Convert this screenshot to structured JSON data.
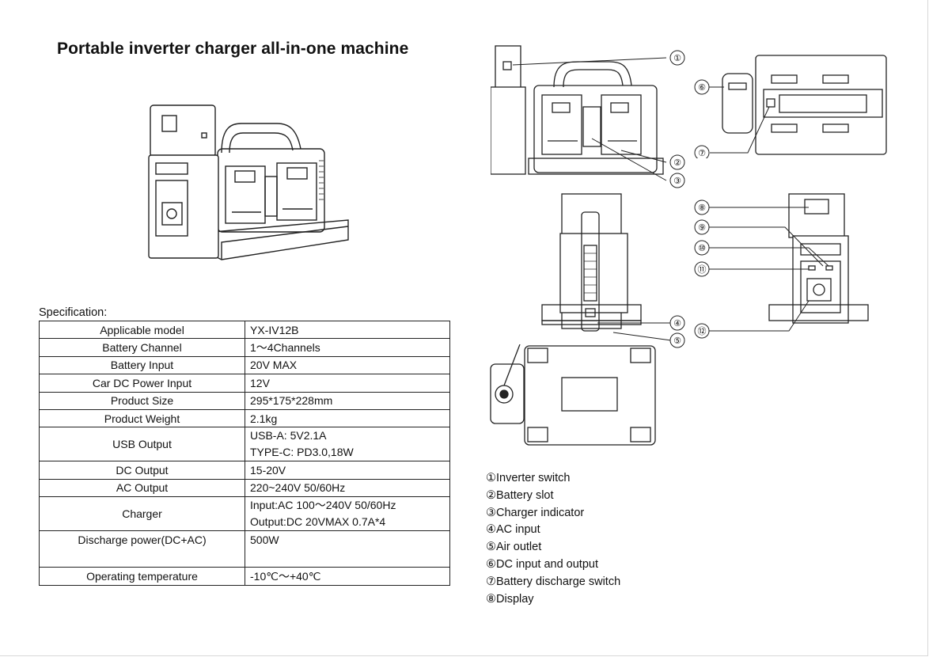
{
  "title": "Portable inverter charger all-in-one machine",
  "spec_label": "Specification:",
  "spec_rows": [
    {
      "key": "Applicable model",
      "values": [
        "YX-IV12B"
      ]
    },
    {
      "key": "Battery Channel",
      "values": [
        "1～4Channels"
      ]
    },
    {
      "key": "Battery Input",
      "values": [
        "20V MAX"
      ]
    },
    {
      "key": "Car DC Power Input",
      "values": [
        "12V"
      ]
    },
    {
      "key": "Product Size",
      "values": [
        "295*175*228mm"
      ]
    },
    {
      "key": "Product Weight",
      "values": [
        "2.1kg"
      ]
    },
    {
      "key": "USB Output",
      "values": [
        "USB-A:  5V2.1A",
        "TYPE-C:  PD3.0,18W"
      ]
    },
    {
      "key": "DC Output",
      "values": [
        "15-20V"
      ]
    },
    {
      "key": "AC Output",
      "values": [
        "220~240V 50/60Hz"
      ]
    },
    {
      "key": "Charger",
      "values": [
        "Input:AC 100～240V 50/60Hz",
        "Output:DC 20VMAX    0.7A*4"
      ]
    },
    {
      "key": "Discharge power(DC+AC)",
      "values": [
        "500W"
      ]
    },
    {
      "key": "Operating temperature",
      "values": [
        "-10℃～+40℃"
      ]
    }
  ],
  "legend": [
    "①Inverter switch",
    "②Battery slot",
    "③Charger indicator",
    "④AC input",
    "⑤Air outlet",
    "⑥DC input and output",
    "⑦Battery discharge switch",
    "⑧Display"
  ],
  "callouts": [
    "①",
    "②",
    "③",
    "④",
    "⑤",
    "⑥",
    "⑦",
    "⑧",
    "⑨",
    "⑩",
    "⑪",
    "⑫"
  ]
}
